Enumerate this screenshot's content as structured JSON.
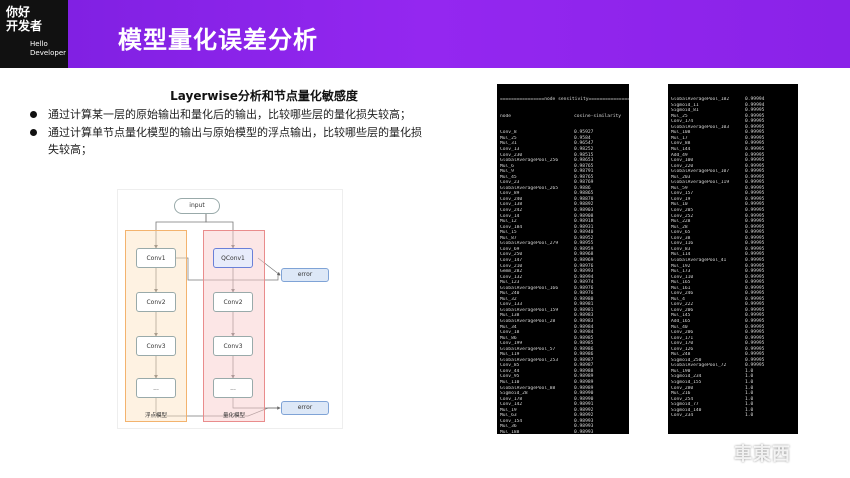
{
  "logo": {
    "line1": "你好",
    "line2": "开发者",
    "line3": "Hello",
    "line4": "Developer"
  },
  "title": "模型量化误差分析",
  "subtitle": "Layerwise分析和节点量化敏感度",
  "bullets": [
    "通过计算某一层的原始输出和量化后的输出，比较哪些层的量化损失较高；",
    "通过计算单节点量化模型的输出与原始模型的浮点输出，比较哪些层的量化损失较高；"
  ],
  "diagram": {
    "input": "input",
    "left": [
      "Conv1",
      "Conv2",
      "Conv3",
      "..."
    ],
    "right": [
      "QConv1",
      "Conv2",
      "Conv3",
      "..."
    ],
    "left_label": "浮点模型",
    "right_label": "量化模型",
    "error1": "error",
    "error2": "error"
  },
  "terminal1": {
    "header_line": "================node sensitivity================",
    "col1": "node",
    "col2": "cosine-similarity",
    "rows": [
      [
        "Conv_8",
        "0.95927"
      ],
      [
        "Mul_25",
        "0.9584"
      ],
      [
        "Mul_31",
        "0.96547"
      ],
      [
        "Conv_13",
        "0.98252"
      ],
      [
        "Conv_230",
        "0.98515"
      ],
      [
        "GlobalAveragePool_256",
        "0.98653"
      ],
      [
        "Mul_6",
        "0.98765"
      ],
      [
        "Mul_9",
        "0.98791"
      ],
      [
        "Mul_45",
        "0.98765"
      ],
      [
        "Conv_23",
        "0.98769"
      ],
      [
        "GlobalAveragePool_265",
        "0.9886"
      ],
      [
        "Conv_89",
        "0.98865"
      ],
      [
        "Conv_240",
        "0.98870"
      ],
      [
        "Conv_138",
        "0.98892"
      ],
      [
        "Conv_242",
        "0.98903"
      ],
      [
        "Conv_14",
        "0.98908"
      ],
      [
        "Mul_12",
        "0.98918"
      ],
      [
        "Conv_184",
        "0.98931"
      ],
      [
        "Mul_15",
        "0.98940"
      ],
      [
        "Mul_87",
        "0.98952"
      ],
      [
        "GlobalAveragePool_279",
        "0.98955"
      ],
      [
        "Conv_69",
        "0.98959"
      ],
      [
        "Conv_250",
        "0.98968"
      ],
      [
        "Conv_147",
        "0.98969"
      ],
      [
        "Conv_210",
        "0.98976"
      ],
      [
        "Gemm_282",
        "0.98993"
      ],
      [
        "Conv_132",
        "0.98994"
      ],
      [
        "Mul_123",
        "0.98974"
      ],
      [
        "GlobalAveragePool_166",
        "0.98976"
      ],
      [
        "Mul_240",
        "0.98976"
      ],
      [
        "Mul_32",
        "0.98980"
      ],
      [
        "Conv_133",
        "0.98981"
      ],
      [
        "GlobalAveragePool_159",
        "0.98981"
      ],
      [
        "Mul_138",
        "0.98983"
      ],
      [
        "GlobalAveragePool_28",
        "0.98983"
      ],
      [
        "Mul_34",
        "0.98984"
      ],
      [
        "Conv_18",
        "0.98984"
      ],
      [
        "Mul_86",
        "0.98985"
      ],
      [
        "Conv_199",
        "0.98985"
      ],
      [
        "GlobalAveragePool_57",
        "0.98986"
      ],
      [
        "Mul_119",
        "0.98986"
      ],
      [
        "GlobalAveragePool_253",
        "0.98987"
      ],
      [
        "Conv_85",
        "0.98987"
      ],
      [
        "Conv_44",
        "0.98988"
      ],
      [
        "Conv_95",
        "0.98989"
      ],
      [
        "Mul_110",
        "0.98989"
      ],
      [
        "GlobalAveragePool_88",
        "0.98989"
      ],
      [
        "Sigmoid_28",
        "0.98990"
      ],
      [
        "Conv_178",
        "0.98990"
      ],
      [
        "Conv_142",
        "0.98991"
      ],
      [
        "Mul_19",
        "0.98992"
      ],
      [
        "Mul_63",
        "0.98992"
      ],
      [
        "Conv_154",
        "0.98993"
      ],
      [
        "Mul_36",
        "0.98993"
      ],
      [
        "Mul_188",
        "0.98993"
      ],
      [
        "Sigmoid_60",
        "0.98993"
      ],
      [
        "Sigmoid_62",
        "0.98993"
      ],
      [
        "Mul_120",
        "0.98993"
      ],
      [
        "Conv_173",
        "0.98994"
      ],
      [
        "GlobalAveragePool_235",
        "0.98994"
      ]
    ]
  },
  "terminal2": {
    "rows": [
      [
        "GlobalAveragePool_182",
        "0.99994"
      ],
      [
        "Sigmoid_11",
        "0.99994"
      ],
      [
        "Sigmoid_81",
        "0.99995"
      ],
      [
        "Mul_25",
        "0.99995"
      ],
      [
        "Conv_174",
        "0.99995"
      ],
      [
        "GlobalAveragePool_103",
        "0.99995"
      ],
      [
        "Mul_108",
        "0.99995"
      ],
      [
        "Mul_17",
        "0.99995"
      ],
      [
        "Conv_88",
        "0.99995"
      ],
      [
        "Mul_144",
        "0.99995"
      ],
      [
        "Add_49",
        "0.99995"
      ],
      [
        "Conv_100",
        "0.99995"
      ],
      [
        "Conv_220",
        "0.99995"
      ],
      [
        "GlobalAveragePool_107",
        "0.99995"
      ],
      [
        "Mul_203",
        "0.99995"
      ],
      [
        "GlobalAveragePool_119",
        "0.99995"
      ],
      [
        "Mul_59",
        "0.99995"
      ],
      [
        "Conv_157",
        "0.99995"
      ],
      [
        "Conv_19",
        "0.99995"
      ],
      [
        "Mul_10",
        "0.99995"
      ],
      [
        "Conv_205",
        "0.99995"
      ],
      [
        "Conv_252",
        "0.99995"
      ],
      [
        "Mul_228",
        "0.99995"
      ],
      [
        "Mul_28",
        "0.99995"
      ],
      [
        "Conv_65",
        "0.99995"
      ],
      [
        "Conv_38",
        "0.99995"
      ],
      [
        "Conv_116",
        "0.99995"
      ],
      [
        "Conv_83",
        "0.99995"
      ],
      [
        "Mul_114",
        "0.99995"
      ],
      [
        "GlobalAveragePool_41",
        "0.99995"
      ],
      [
        "Mul_192",
        "0.99995"
      ],
      [
        "Mul_173",
        "0.99995"
      ],
      [
        "Conv_110",
        "0.99995"
      ],
      [
        "Mul_165",
        "0.99995"
      ],
      [
        "Mul_161",
        "0.99995"
      ],
      [
        "Conv_246",
        "0.99995"
      ],
      [
        "Mul_4",
        "0.99995"
      ],
      [
        "Conv_222",
        "0.99995"
      ],
      [
        "Conv_206",
        "0.99995"
      ],
      [
        "Mul_145",
        "0.99995"
      ],
      [
        "Add_165",
        "0.99995"
      ],
      [
        "Mul_40",
        "0.99995"
      ],
      [
        "Conv_206",
        "0.99995"
      ],
      [
        "Conv_171",
        "0.99995"
      ],
      [
        "Conv_170",
        "0.99995"
      ],
      [
        "Conv_126",
        "0.99995"
      ],
      [
        "Mul_248",
        "0.99995"
      ],
      [
        "Sigmoid_250",
        "0.99995"
      ],
      [
        "GlobalAveragePool_72",
        "0.99995"
      ],
      [
        "Mul_190",
        "1.0"
      ],
      [
        "Sigmoid_234",
        "1.0"
      ],
      [
        "Sigmoid_155",
        "1.0"
      ],
      [
        "Conv_280",
        "1.0"
      ],
      [
        "Mul_216",
        "1.0"
      ],
      [
        "Conv_254",
        "1.0"
      ],
      [
        "Sigmoid_77",
        "1.0"
      ],
      [
        "Sigmoid_140",
        "1.0"
      ],
      [
        "Conv_234",
        "1.0"
      ]
    ]
  },
  "watermark": "車東西"
}
